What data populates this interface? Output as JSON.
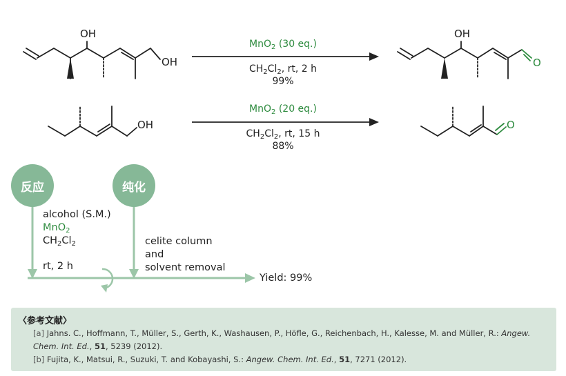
{
  "reaction1": {
    "oxidant": "MnO",
    "oxidant_sub": "2",
    "oxidant_eq": " (30 eq.)",
    "solvent_a": "CH",
    "solvent_sub1": "2",
    "solvent_b": "Cl",
    "solvent_sub2": "2",
    "conditions": ", rt, 2 h",
    "yield": "99%",
    "sm_oh_top": "OH",
    "sm_oh_end": "OH",
    "product_oh": "OH",
    "product_o": "O"
  },
  "reaction2": {
    "oxidant": "MnO",
    "oxidant_sub": "2",
    "oxidant_eq": " (20 eq.)",
    "solvent_a": "CH",
    "solvent_sub1": "2",
    "solvent_b": "Cl",
    "solvent_sub2": "2",
    "conditions": ", rt, 15 h",
    "yield": "88%",
    "sm_oh_end": "OH",
    "product_o": "O"
  },
  "flow": {
    "reaction_label": "反应",
    "purification_label": "纯化",
    "reagent_1": "alcohol (S.M.)",
    "reagent_2_main": "MnO",
    "reagent_2_sub": "2",
    "reagent_3_a": "CH",
    "reagent_3_sub1": "2",
    "reagent_3_b": "Cl",
    "reagent_3_sub2": "2",
    "reaction_time": "rt, 2 h",
    "workup_1": "celite column",
    "workup_2": "and",
    "workup_3": "solvent removal",
    "result": "Yield: 99%"
  },
  "references": {
    "heading": "〈参考文献〉",
    "ref_a_tag": "[a]",
    "ref_a_authors": "Jahns. C., Hoffmann, T., Müller, S., Gerth, K., Washausen, P., Höfle, G., Reichenbach, H., Kalesse, M. and  Müller, R.: ",
    "ref_a_journal": "Angew. Chem. Int. Ed.",
    "ref_a_sep": ", ",
    "ref_a_volume": "51",
    "ref_a_pages": ", 5239 (2012).",
    "ref_b_tag": "[b]",
    "ref_b_authors": "Fujita, K., Matsui, R., Suzuki, T. and Kobayashi, S.: ",
    "ref_b_journal": "Angew. Chem. Int. Ed.",
    "ref_b_sep": ", ",
    "ref_b_volume": "51",
    "ref_b_pages": ", 7271 (2012)."
  },
  "colors": {
    "accent_green": "#2e8b3f",
    "circle_green": "#86b897",
    "flow_line": "#9cc6a8",
    "ref_bg": "#d8e6dc"
  }
}
